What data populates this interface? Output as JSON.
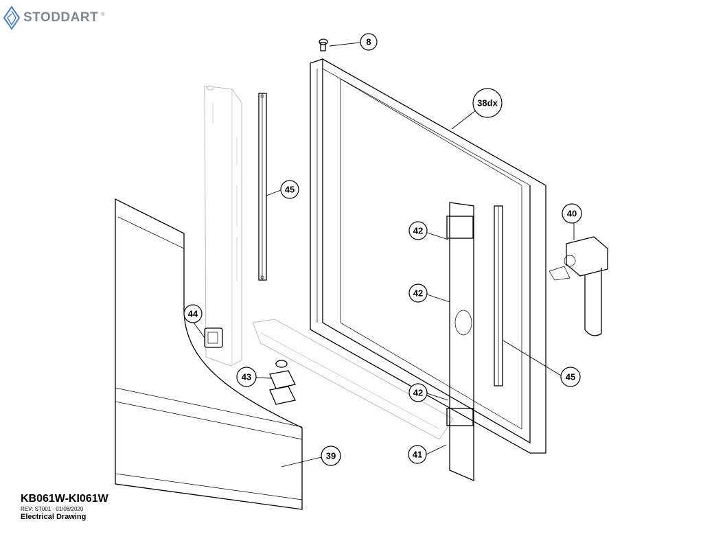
{
  "brand": {
    "name": "STODDART",
    "trademark": "®",
    "logo_icon": "stoddart-diamond-logo"
  },
  "footer": {
    "model": "KB061W-KI061W",
    "revision": "REV: ST001 - 01/08/2020",
    "title": "Electrical Drawing"
  },
  "callouts": {
    "c8": "8",
    "c38dx": "38dx",
    "c45a": "45",
    "c45b": "45",
    "c40": "40",
    "c42a": "42",
    "c42b": "42",
    "c42c": "42",
    "c41": "41",
    "c44": "44",
    "c43": "43",
    "c39": "39"
  },
  "colors": {
    "line": "#000000",
    "ghost": "#bbbbbb",
    "brand": "#7d8790"
  }
}
